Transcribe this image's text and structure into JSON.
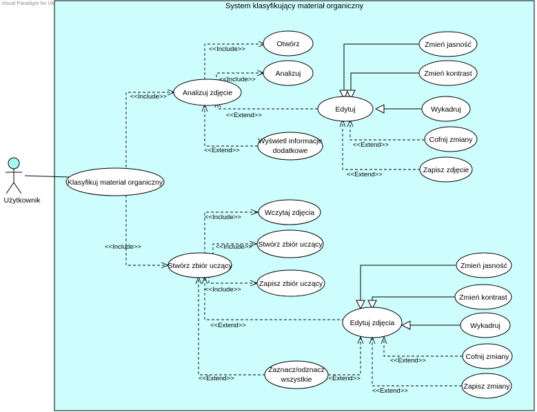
{
  "watermark": "Visual Paradigm for UML Standard Edition(University of Life Science in Poznan)",
  "system": {
    "title": "System klasyfikujący materiał organiczny"
  },
  "actor": {
    "name": "Użytkownik"
  },
  "use_cases": {
    "klasyfikuj": "Klasyfikuj materiał organiczny",
    "analizuj_zdjecie": "Analizuj zdjęcie",
    "otworz": "Otwórz",
    "analizuj": "Analizuj",
    "wyswietl_line1": "Wyświetl informacje",
    "wyswietl_line2": "dodatkowe",
    "edytuj": "Edytuj",
    "zmien_jasnosc_1": "Zmień jasność",
    "zmien_kontrast_1": "Zmień kontrast",
    "wykadruj_1": "Wykadruj",
    "cofnij_zmiany_1": "Cofnij zmiany",
    "zapisz_zdjecie": "Zapisz zdjęcie",
    "stworz_zbior": "Stwórz zbiór uczący",
    "wczytaj": "Wczytaj zdjęcia",
    "stworz_zbior_sub": "Stwórz zbiór uczący",
    "zapisz_zbior": "Zapisz zbiór uczący",
    "edytuj_zdjecia": "Edytuj zdjęcia",
    "zmien_jasnosc_2": "Zmień jasność",
    "zmien_kontrast_2": "Zmień kontrast",
    "wykadruj_2": "Wykadruj",
    "cofnij_zmiany_2": "Cofnij zmiany",
    "zapisz_zmiany": "Zapisz zmiany",
    "zaznacz_line1": "Zaznacz/odznacz",
    "zaznacz_line2": "wszystkie"
  },
  "stereotypes": {
    "include": "<<Include>>",
    "extend": "<<Extend>>"
  },
  "colors": {
    "system_fill": "#cdfdfd",
    "actor_head": "#a9f6f6"
  }
}
